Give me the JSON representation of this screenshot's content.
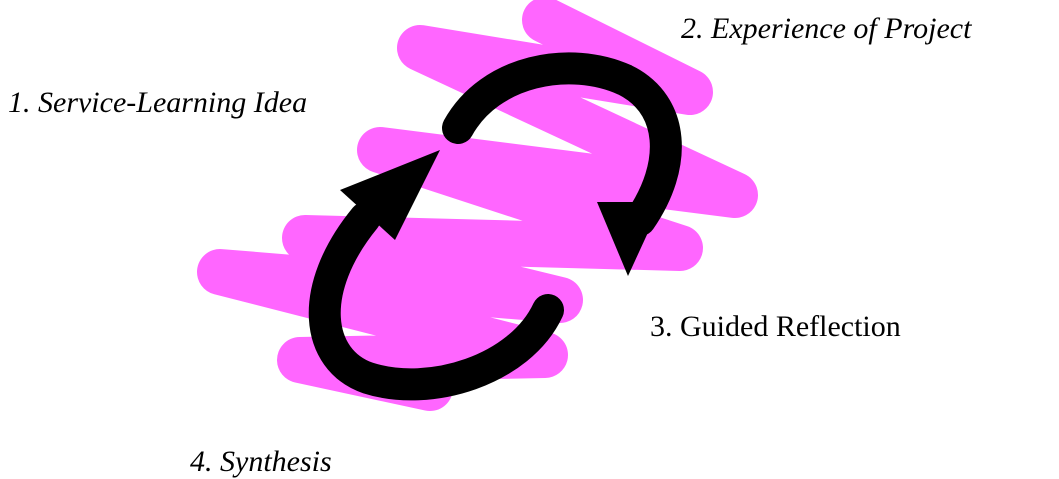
{
  "diagram": {
    "stages": [
      {
        "label": "1.  Service-Learning Idea",
        "italic": true
      },
      {
        "label": "2.  Experience of Project",
        "italic": true
      },
      {
        "label": "3.  Guided Reflection",
        "italic": false
      },
      {
        "label": "4.  Synthesis",
        "italic": true
      }
    ],
    "colors": {
      "scribble": "#ff66ff",
      "arrows": "#000000",
      "text": "#000000",
      "background": "#ffffff"
    },
    "icons": [
      "zigzag-scribble",
      "curved-arrow-top-right",
      "curved-arrow-bottom-left"
    ]
  }
}
